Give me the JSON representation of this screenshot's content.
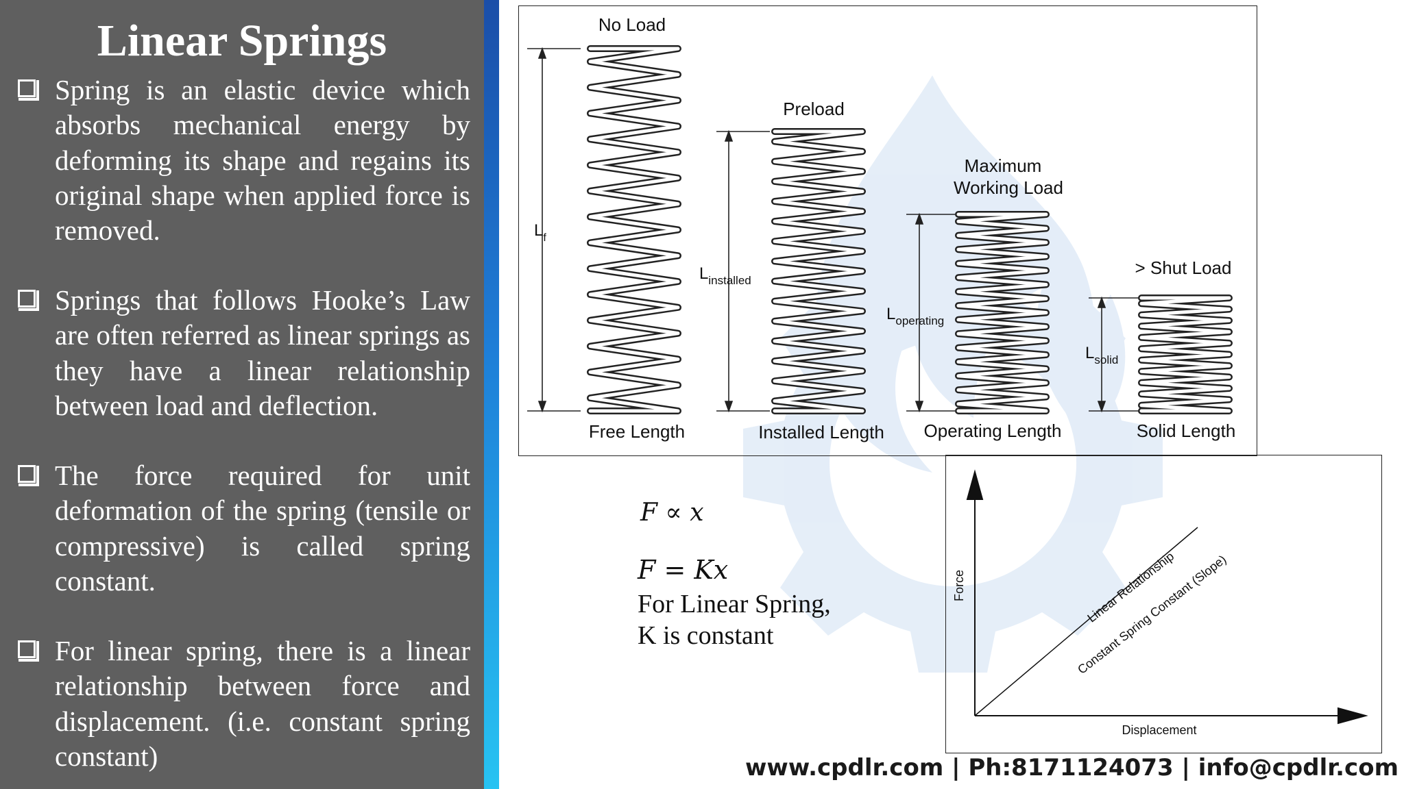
{
  "slide": {
    "title": "Linear Springs",
    "bullets": [
      "Spring is an elastic device which absorbs mechanical energy by deforming its shape and regains its original shape when applied force is removed.",
      "Springs that follows Hooke’s Law are often referred as linear springs as they have a linear relationship between load and deflection.",
      "The force required for unit deformation of the spring (tensile or compressive) is called spring constant.",
      "For linear spring, there is a linear relationship between force and displacement. (i.e. constant spring constant)"
    ]
  },
  "spring_diagram": {
    "springs": [
      {
        "load_label": "No Load",
        "length_label": "Free Length",
        "dim_label": "L",
        "dim_sub": "f"
      },
      {
        "load_label": "Preload",
        "length_label": "Installed Length",
        "dim_label": "L",
        "dim_sub": "installed"
      },
      {
        "load_label_line1": "Maximum",
        "load_label_line2": "Working Load",
        "length_label": "Operating Length",
        "dim_label": "L",
        "dim_sub": "operating"
      },
      {
        "load_label": "> Shut Load",
        "length_label": "Solid Length",
        "dim_label": "L",
        "dim_sub": "solid"
      }
    ]
  },
  "formulas": {
    "proportional": "F ∝ x",
    "equation": "F = Kx",
    "note_line1": "For Linear Spring,",
    "note_line2": "K is constant"
  },
  "graph": {
    "y_axis_label": "Force",
    "x_axis_label": "Displacement",
    "line_label_1": "Linear Relationship",
    "line_label_2": "Constant Spring Constant (Slope)"
  },
  "footer": {
    "contact": "www.cpdlr.com | Ph:8171124073 | info@cpdlr.com"
  },
  "colors": {
    "panel_bg": "#5f5f5f",
    "accent_top": "#1b4ea8",
    "accent_bottom": "#27c3f2",
    "watermark": "#cfe0f3"
  },
  "icons": {
    "watermark": "flame-gear-logo-watermark",
    "bullet": "checkbox-bullet-icon"
  }
}
